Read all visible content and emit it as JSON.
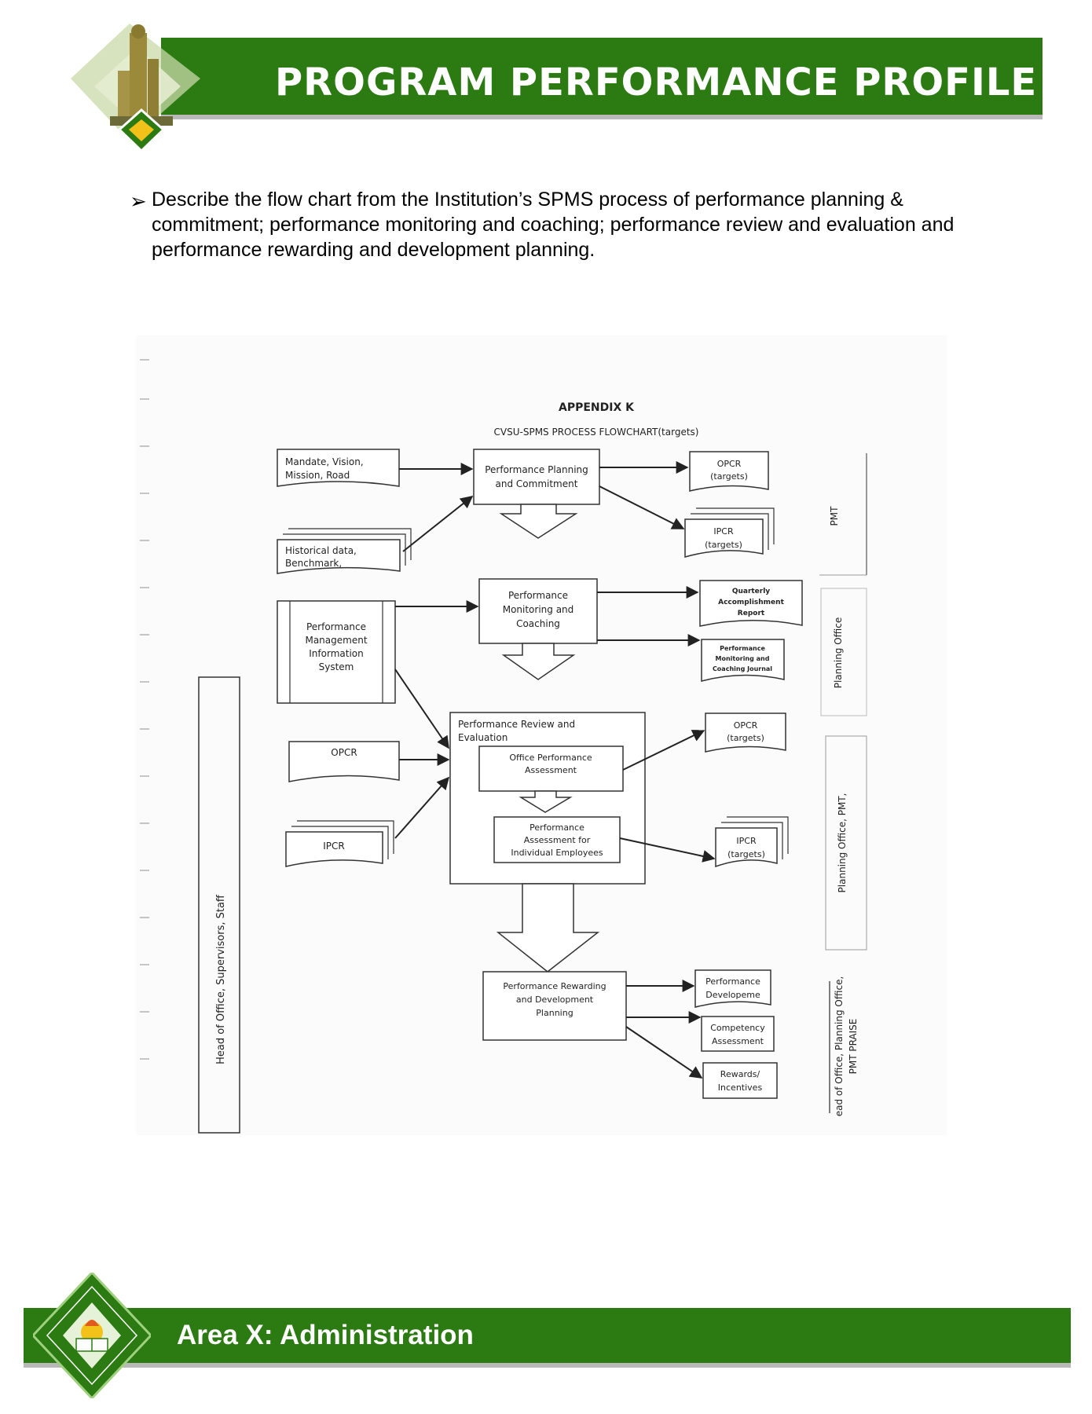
{
  "header": {
    "title": "PROGRAM PERFORMANCE PROFILE"
  },
  "body": {
    "bullet_glyph": "➢",
    "description": "Describe the flow chart from the Institution’s SPMS process of performance planning & commitment; performance monitoring and coaching; performance review and evaluation and performance rewarding and development planning."
  },
  "flowchart": {
    "appendix": "APPENDIX K",
    "title": "CVSU-SPMS PROCESS FLOWCHART(targets)",
    "inputs": {
      "mandate": [
        "Mandate, Vision,",
        "Mission, Road"
      ],
      "historical": [
        "Historical data,",
        "Benchmark,"
      ],
      "pmis": [
        "Performance",
        "Management",
        "Information",
        "System"
      ],
      "opcr": [
        "OPCR"
      ],
      "ipcr": [
        "IPCR"
      ]
    },
    "process": {
      "planning": [
        "Performance Planning",
        "and Commitment"
      ],
      "monitoring": [
        "Performance",
        "Monitoring and",
        "Coaching"
      ],
      "review": [
        "Performance Review and",
        "Evaluation"
      ],
      "office_assessment": [
        "Office Performance",
        "Assessment"
      ],
      "individual_assessment": [
        "Performance",
        "Assessment for",
        "Individual Employees"
      ],
      "rewarding": [
        "Performance Rewarding",
        "and Development",
        "Planning"
      ]
    },
    "outputs": {
      "opcr_targets_1": [
        "OPCR",
        "(targets)"
      ],
      "ipcr_targets_1": [
        "IPCR",
        "(targets)"
      ],
      "qar": [
        "Quarterly",
        "Accomplishment",
        "Report"
      ],
      "journal": [
        "Performance",
        "Monitoring and",
        "Coaching Journal"
      ],
      "opcr_targets_2": [
        "OPCR",
        "(targets)"
      ],
      "ipcr_targets_2": [
        "IPCR",
        "(targets)"
      ],
      "development": [
        "Performance",
        "Developeme"
      ],
      "competency": [
        "Competency",
        "Assessment"
      ],
      "rewards": [
        "Rewards/",
        "Incentives"
      ]
    },
    "lanes": {
      "pmt": "PMT",
      "planning_office": "Planning Office",
      "planning_office_pmt": "Planning Office, PMT,",
      "head_planning_pmt": [
        "ead of Office, Planning Office,",
        "PMT PRAISE"
      ],
      "head_staff": "Head of Office, Supervisors, Staff"
    }
  },
  "footer": {
    "title": "Area X: Administration"
  },
  "colors": {
    "brand_green": "#2b7a12",
    "shadow_gray": "#b9b9b9"
  }
}
